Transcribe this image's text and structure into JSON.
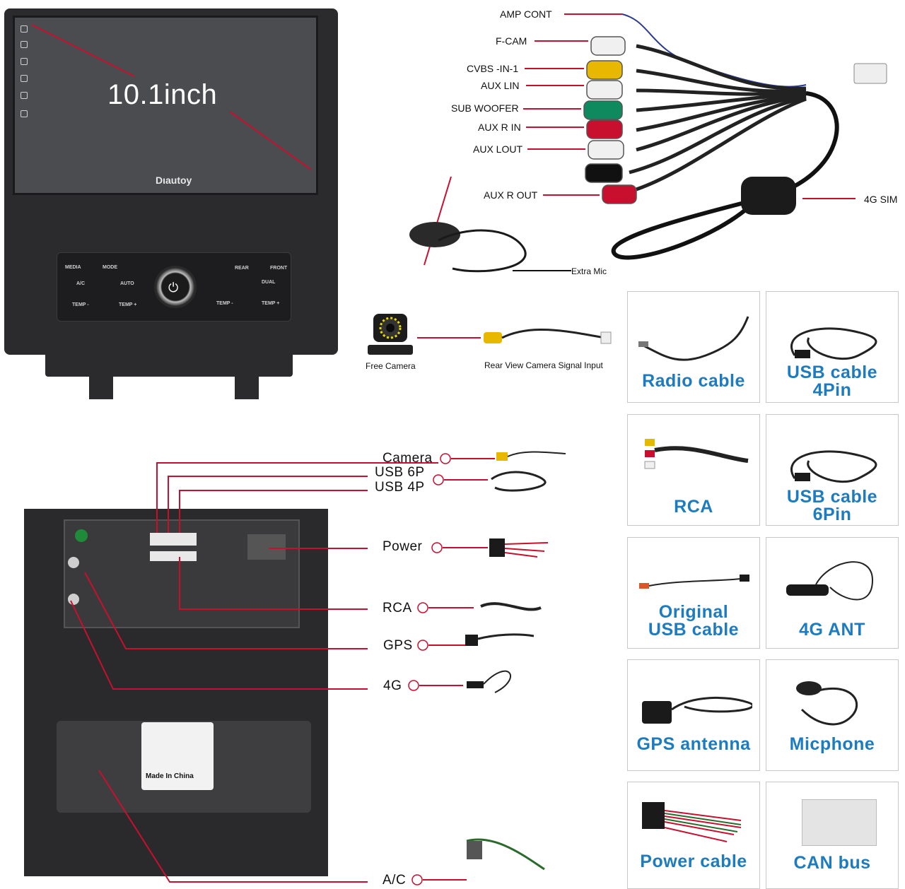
{
  "front_unit": {
    "screen_size_label": "10.1inch",
    "brand": "Dιautoy",
    "panel_buttons": [
      "MEDIA",
      "MODE",
      "A/C",
      "AUTO",
      "DUAL",
      "REAR",
      "FRONT",
      "TEMP -",
      "TEMP +",
      "TEMP -",
      "TEMP +"
    ],
    "power_icon": "power-icon"
  },
  "rca_harness": {
    "labels": [
      "AMP CONT",
      "F-CAM",
      "CVBS -IN-1",
      "AUX LIN",
      "SUB WOOFER",
      "AUX R IN",
      "AUX LOUT",
      "AUX R OUT"
    ],
    "sim_label": "4G SIM",
    "mic_label": "Extra Mic",
    "plug_colors": [
      "#f0f0f0",
      "#e8b800",
      "#f0f0f0",
      "#0f8a5f",
      "#c8102e",
      "#f0f0f0",
      "#111111",
      "#c8102e"
    ]
  },
  "camera": {
    "free_label": "Free Camera",
    "signal_label": "Rear View Camera Signal Input"
  },
  "back_unit": {
    "ports": [
      "Camera",
      "USB 6P",
      "USB 4P",
      "Power",
      "RCA",
      "GPS",
      "4G",
      "A/C"
    ],
    "sticker": "Made In China"
  },
  "accessories": [
    [
      "Radio cable"
    ],
    [
      "USB cable",
      "4Pin"
    ],
    [
      "RCA"
    ],
    [
      "USB cable",
      "6Pin"
    ],
    [
      "Original",
      "USB cable"
    ],
    [
      "4G ANT"
    ],
    [
      "GPS antenna"
    ],
    [
      "Micphone"
    ],
    [
      "Power cable"
    ],
    [
      "CAN bus"
    ]
  ],
  "colors": {
    "accent_blue": "#1d7bbf",
    "leader_red": "#c8102e"
  }
}
